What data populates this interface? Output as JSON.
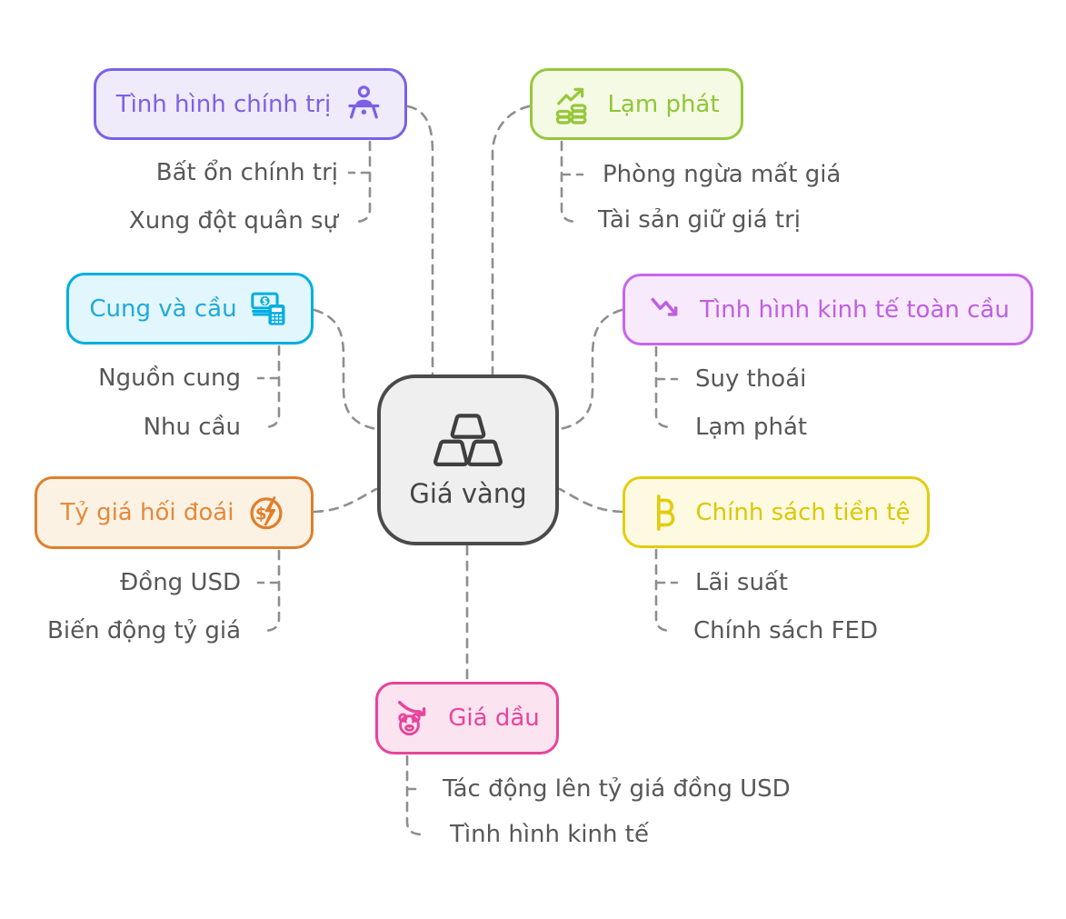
{
  "center": {
    "label": "Giá vàng",
    "icon": "gold-bars",
    "border_color": "#4A4A4A",
    "fill_color": "#EFEFEF"
  },
  "connector_color": "#8E8E8E",
  "branches": [
    {
      "label": "Tình hình chính trị",
      "icon": "speaker-podium",
      "accent_color": "#7C60E6",
      "fill_color": "#EFEBFB",
      "children": [
        "Bất ổn chính trị",
        "Xung đột quân sự"
      ]
    },
    {
      "label": "Lạm phát",
      "icon": "coins-growth",
      "accent_color": "#96C83C",
      "fill_color": "#F5FAE5",
      "children": [
        "Phòng ngừa mất giá",
        "Tài sản giữ giá trị"
      ]
    },
    {
      "label": "Cung và cầu",
      "icon": "money-calculator",
      "accent_color": "#00AEE2",
      "fill_color": "#E2F6FD",
      "children": [
        "Nguồn cung",
        "Nhu cầu"
      ]
    },
    {
      "label": "Tình hình kinh tế toàn cầu",
      "icon": "trend-down",
      "accent_color": "#C766EA",
      "fill_color": "#F7EAFC",
      "children": [
        "Suy thoái",
        "Lạm phát"
      ]
    },
    {
      "label": "Tỷ giá hối đoái",
      "icon": "dollar-flash",
      "accent_color": "#DF7F2D",
      "fill_color": "#FCF2E4",
      "children": [
        "Đồng USD",
        "Biến động tỷ giá"
      ]
    },
    {
      "label": "Chính sách tiền tệ",
      "icon": "baht-currency",
      "accent_color": "#E2CD10",
      "fill_color": "#FDFAE1",
      "children": [
        "Lãi suất",
        "Chính sách FED"
      ]
    },
    {
      "label": "Giá dầu",
      "icon": "bear-market",
      "accent_color": "#E7449B",
      "fill_color": "#FBE3F0",
      "children": [
        "Tác động lên tỷ giá đồng USD",
        "Tình hình kinh tế"
      ]
    }
  ]
}
